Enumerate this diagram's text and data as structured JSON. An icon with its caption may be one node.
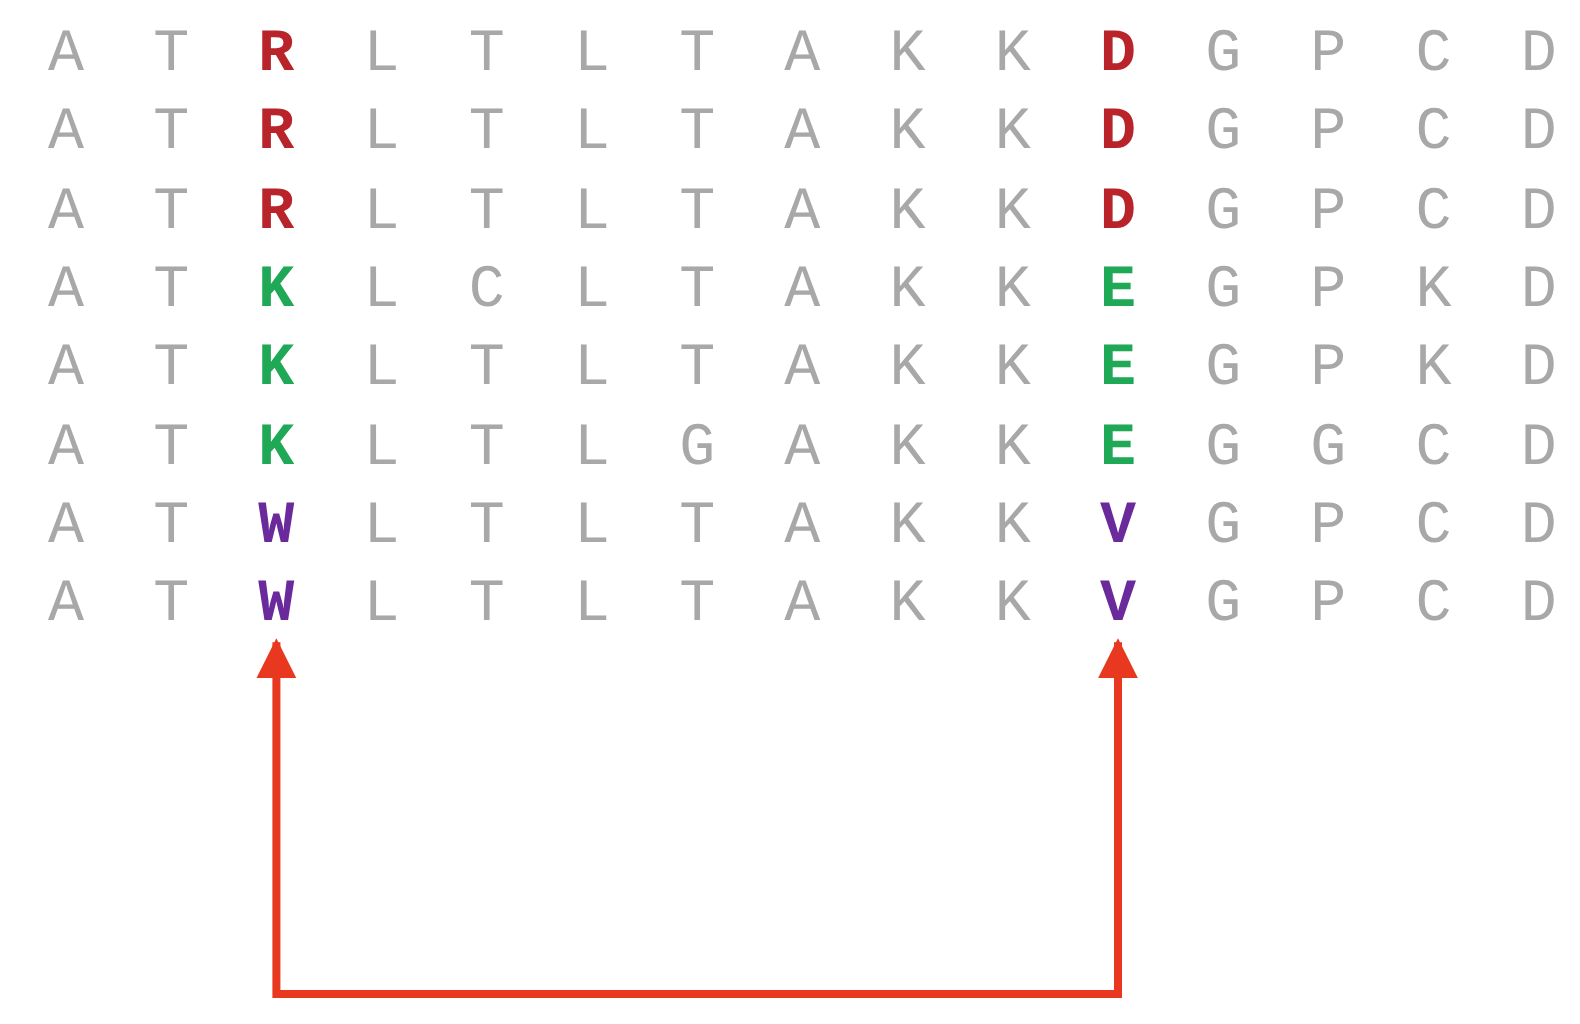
{
  "diagram": {
    "nodes": [
      {
        "text": [
          "W"
        ]
      },
      {
        "text": [
          "V"
        ]
      }
    ],
    "edges": [
      {
        "from": 0,
        "to": 1,
        "arrow": "both"
      }
    ],
    "labels": [
      "A",
      "T",
      "R",
      "L",
      "T",
      "L",
      "T",
      "A",
      "K",
      "K",
      "D",
      "G",
      "P",
      "C",
      "D",
      "A",
      "T",
      "R",
      "L",
      "T",
      "L",
      "T",
      "A",
      "K",
      "K",
      "D",
      "G",
      "P",
      "C",
      "D",
      "A",
      "T",
      "R",
      "L",
      "T",
      "L",
      "T",
      "A",
      "K",
      "K",
      "D",
      "G",
      "P",
      "C",
      "D",
      "A",
      "T",
      "K",
      "L",
      "C",
      "L",
      "T",
      "A",
      "K",
      "K",
      "E",
      "G",
      "P",
      "K",
      "D",
      "A",
      "T",
      "K",
      "L",
      "T",
      "L",
      "T",
      "A",
      "K",
      "K",
      "E",
      "G",
      "P",
      "K",
      "D",
      "A",
      "T",
      "K",
      "L",
      "T",
      "L",
      "G",
      "A",
      "K",
      "K",
      "E",
      "G",
      "G",
      "C",
      "D",
      "A",
      "T",
      "W",
      "L",
      "T",
      "L",
      "T",
      "A",
      "K",
      "K",
      "V",
      "G",
      "P",
      "C",
      "D",
      "A",
      "T",
      "L",
      "T",
      "L",
      "T",
      "A",
      "K",
      "K",
      "G",
      "P",
      "C",
      "D"
    ]
  }
}
